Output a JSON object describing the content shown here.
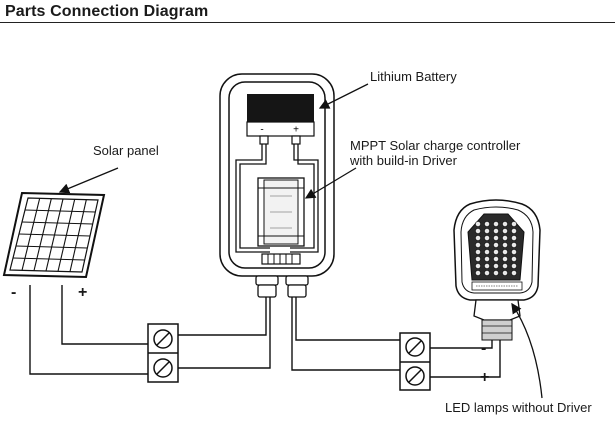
{
  "title": "Parts Connection Diagram",
  "labels": {
    "battery": "Lithium Battery",
    "battery_minus": "-",
    "battery_plus": "+",
    "controller_line1": "MPPT Solar charge controller",
    "controller_line2": "with build-in Driver",
    "solar_panel": "Solar panel",
    "panel_minus": "-",
    "panel_plus": "+",
    "lamp_minus": "-",
    "lamp_plus": "+",
    "led_lamp": "LED lamps without Driver"
  }
}
